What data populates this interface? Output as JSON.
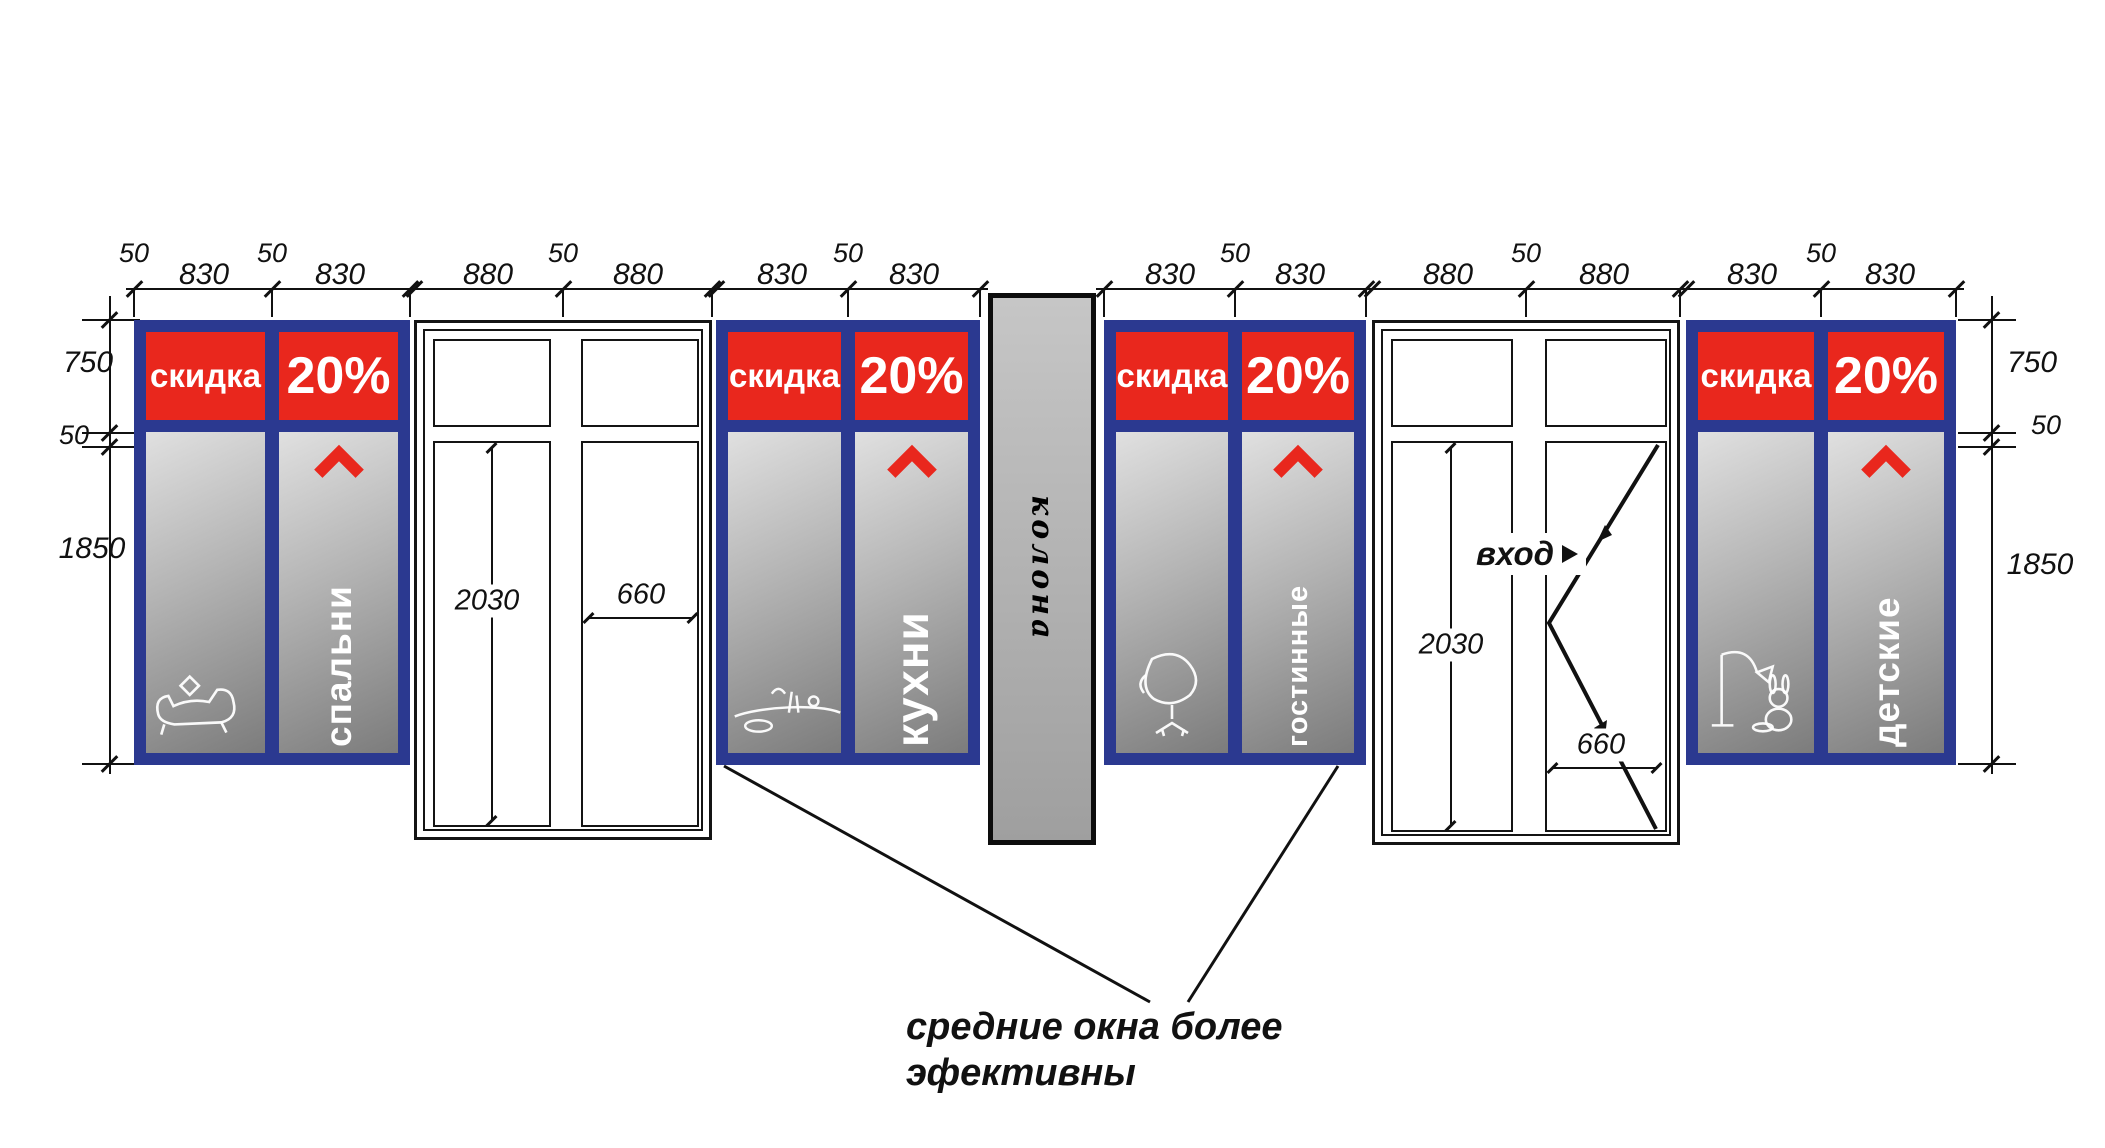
{
  "colors": {
    "frame_blue": "#2b3990",
    "banner_red": "#e9271d",
    "glass_gray_light": "#e0e0e0",
    "glass_gray_dark": "#7c7c7c",
    "line_black": "#111111"
  },
  "top_dims": {
    "g1": [
      "50",
      "830",
      "50",
      "830"
    ],
    "g2": [
      "880",
      "50",
      "880"
    ],
    "g3": [
      "830",
      "50",
      "830"
    ],
    "g4": [
      "830",
      "50",
      "830"
    ],
    "g5": [
      "880",
      "50",
      "880"
    ],
    "g6": [
      "830",
      "50",
      "830"
    ]
  },
  "left_dims": [
    "750",
    "50",
    "1850"
  ],
  "right_dims": [
    "750",
    "50",
    "1850"
  ],
  "window_dims": {
    "w1_height": "2030",
    "w1_width": "660",
    "entrance_height": "2030",
    "entrance_width": "660"
  },
  "panels": [
    {
      "discount_label": "скидка",
      "percent_label": "20%",
      "category_label": "спальни",
      "sketch": "bed-sketch"
    },
    {
      "discount_label": "скидка",
      "percent_label": "20%",
      "category_label": "кухни",
      "sketch": "kitchen-sketch"
    },
    {
      "discount_label": "скидка",
      "percent_label": "20%",
      "category_label": "гостинные",
      "sketch": "armchair-sketch"
    },
    {
      "discount_label": "скидка",
      "percent_label": "20%",
      "category_label": "детские",
      "sketch": "lamp-and-toy-sketch"
    }
  ],
  "column_label": "колона",
  "entrance_label": "вход",
  "annotation": {
    "line1": "средние окна более",
    "line2": "эфективны"
  }
}
